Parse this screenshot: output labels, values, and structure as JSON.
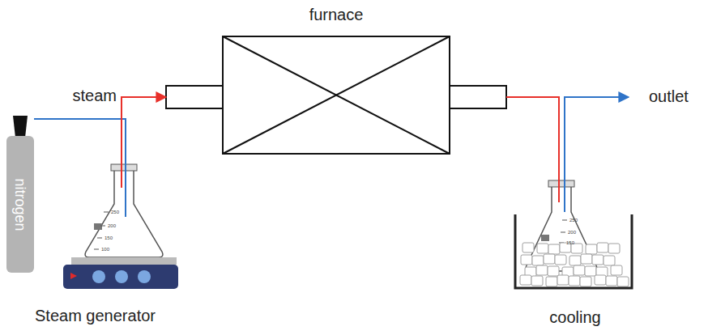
{
  "diagram": {
    "nodes": [
      {
        "text": [
          "nitrogen"
        ]
      },
      {
        "text": [
          "Steam generator"
        ]
      },
      {
        "text": [
          "furnace"
        ]
      },
      {
        "text": [
          "cooling"
        ]
      }
    ],
    "edges": [
      {
        "from": 0,
        "to": 1,
        "arrow": "none"
      },
      {
        "from": 1,
        "to": 2,
        "label": "steam",
        "arrow": "to"
      },
      {
        "from": 2,
        "to": 3,
        "arrow": "none"
      }
    ],
    "labels": [
      "outlet",
      "250",
      "200",
      "150",
      "100",
      "250",
      "200",
      "150"
    ]
  }
}
